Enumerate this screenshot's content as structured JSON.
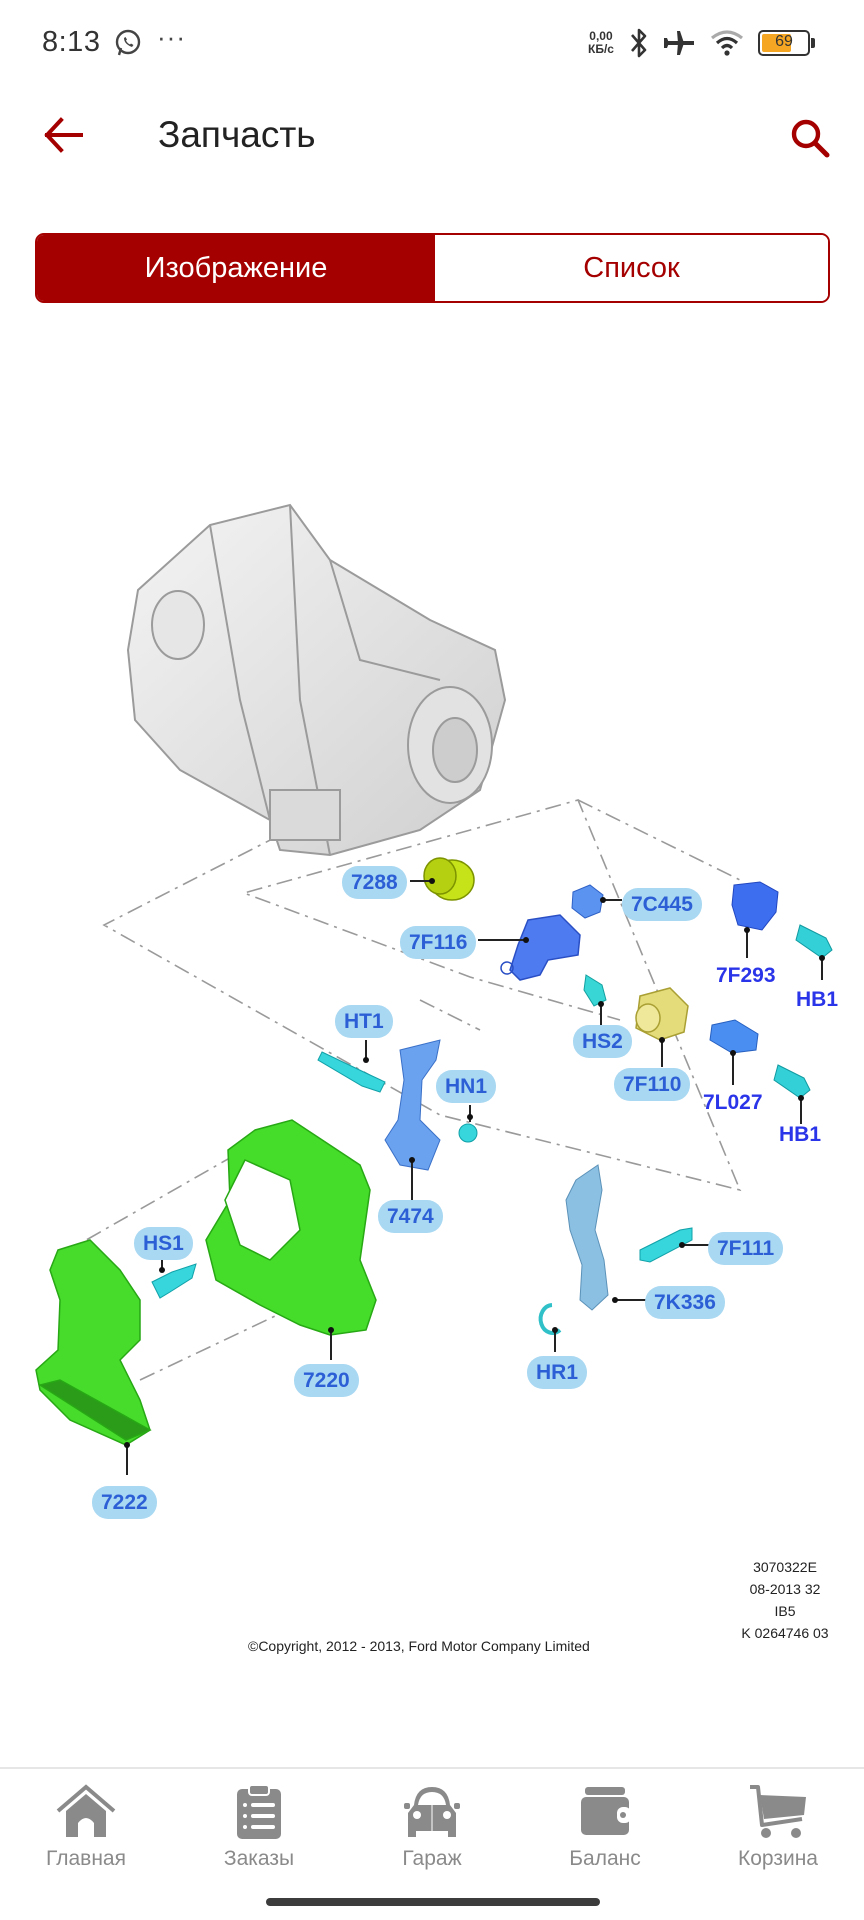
{
  "status_bar": {
    "time": "8:13",
    "more": "···",
    "speed_value": "0,00",
    "speed_unit": "КБ/с",
    "battery": "69",
    "icons": [
      "whatsapp-icon",
      "bluetooth-icon",
      "airplane-icon",
      "wifi-icon",
      "battery-icon"
    ]
  },
  "header": {
    "title": "Запчасть",
    "back_icon": "arrow-left-icon",
    "search_icon": "search-icon",
    "accent_color": "#a50000"
  },
  "tabs": [
    {
      "label": "Изображение",
      "active": true
    },
    {
      "label": "Список",
      "active": false
    }
  ],
  "diagram": {
    "callouts": [
      {
        "id": "7288",
        "style": "pill"
      },
      {
        "id": "7C445",
        "style": "pill"
      },
      {
        "id": "7F116",
        "style": "pill"
      },
      {
        "id": "7F293",
        "style": "plain"
      },
      {
        "id": "HB1",
        "style": "plain"
      },
      {
        "id": "HS2",
        "style": "pill"
      },
      {
        "id": "7F110",
        "style": "pill"
      },
      {
        "id": "7L027",
        "style": "plain"
      },
      {
        "id": "HB1",
        "style": "plain"
      },
      {
        "id": "HT1",
        "style": "pill"
      },
      {
        "id": "HN1",
        "style": "pill"
      },
      {
        "id": "7474",
        "style": "pill"
      },
      {
        "id": "HS1",
        "style": "pill"
      },
      {
        "id": "7220",
        "style": "pill"
      },
      {
        "id": "7222",
        "style": "pill"
      },
      {
        "id": "7F111",
        "style": "pill"
      },
      {
        "id": "7K336",
        "style": "pill"
      },
      {
        "id": "HR1",
        "style": "pill"
      }
    ],
    "meta_lines": [
      "3070322E",
      "08-2013 32",
      "IB5",
      "K 0264746 03"
    ],
    "copyright": "©Copyright, 2012 - 2013, Ford Motor Company Limited"
  },
  "bottom_nav": {
    "items": [
      {
        "label": "Главная",
        "icon": "home-icon"
      },
      {
        "label": "Заказы",
        "icon": "clipboard-list-icon"
      },
      {
        "label": "Гараж",
        "icon": "car-icon"
      },
      {
        "label": "Баланс",
        "icon": "wallet-icon"
      },
      {
        "label": "Корзина",
        "icon": "cart-icon"
      }
    ]
  }
}
